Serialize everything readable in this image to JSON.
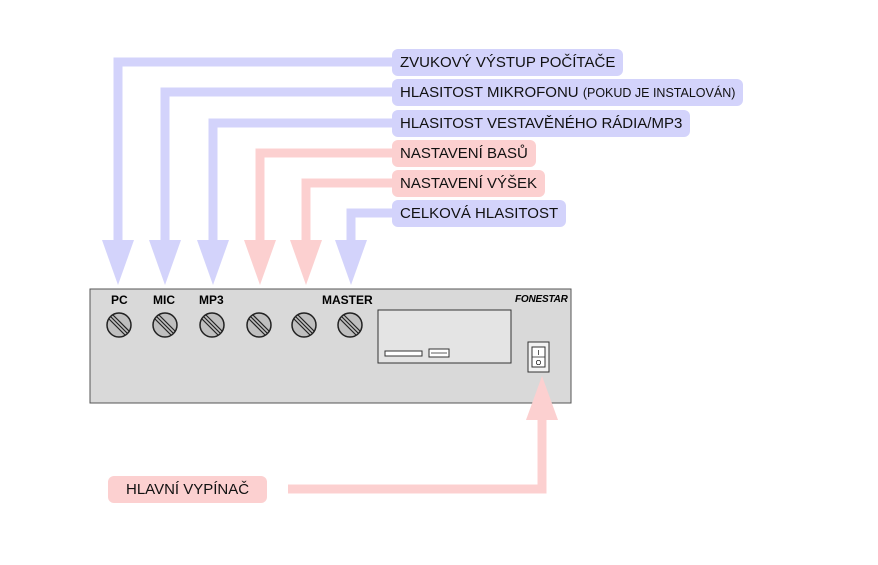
{
  "callouts": [
    {
      "main": "ZVUKOVÝ VÝSTUP POČÍTAČE",
      "note": "",
      "color": "blue"
    },
    {
      "main": "HLASITOST MIKROFONU ",
      "note": "(POKUD JE INSTALOVÁN)",
      "color": "blue"
    },
    {
      "main": "HLASITOST VESTAVĚNÉHO RÁDIA/MP3",
      "note": "",
      "color": "blue"
    },
    {
      "main": "NASTAVENÍ BASŮ",
      "note": "",
      "color": "pink"
    },
    {
      "main": "NASTAVENÍ VÝŠEK",
      "note": "",
      "color": "pink"
    },
    {
      "main": "CELKOVÁ HLASITOST",
      "note": "",
      "color": "blue"
    }
  ],
  "panel": {
    "knob_labels": [
      "PC",
      "MIC",
      "MP3",
      "MASTER"
    ],
    "brand": "FONESTAR",
    "switch_on": "I",
    "switch_off": "O"
  },
  "power_label": "HLAVNÍ VYPÍNAČ",
  "colors": {
    "blue": "#d3d3fb",
    "pink": "#fcd0d0",
    "panel": "#d9d9d9"
  }
}
